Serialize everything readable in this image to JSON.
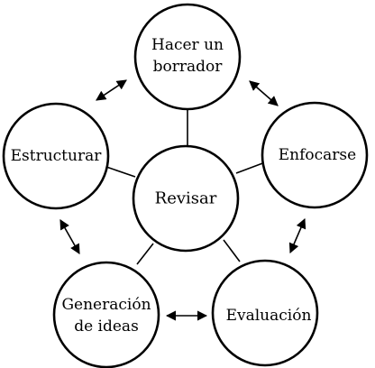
{
  "diagram": {
    "center": {
      "label": "Revisar"
    },
    "nodes": [
      {
        "id": "hacer-borrador",
        "lines": [
          "Hacer un",
          "borrador"
        ]
      },
      {
        "id": "enfocarse",
        "lines": [
          "Enfocarse"
        ]
      },
      {
        "id": "evaluacion",
        "lines": [
          "Evaluación"
        ]
      },
      {
        "id": "generacion-ideas",
        "lines": [
          "Generación",
          "de ideas"
        ]
      },
      {
        "id": "estructurar",
        "lines": [
          "Estructurar"
        ]
      }
    ],
    "connections": [
      {
        "from": "hacer-borrador",
        "to": "enfocarse",
        "type": "bidirectional-arrow"
      },
      {
        "from": "enfocarse",
        "to": "evaluacion",
        "type": "bidirectional-arrow"
      },
      {
        "from": "evaluacion",
        "to": "generacion-ideas",
        "type": "bidirectional-arrow"
      },
      {
        "from": "generacion-ideas",
        "to": "estructurar",
        "type": "bidirectional-arrow"
      },
      {
        "from": "estructurar",
        "to": "hacer-borrador",
        "type": "bidirectional-arrow"
      }
    ],
    "colors": {
      "stroke": "#000000",
      "fill": "#ffffff",
      "text": "#000000"
    }
  }
}
